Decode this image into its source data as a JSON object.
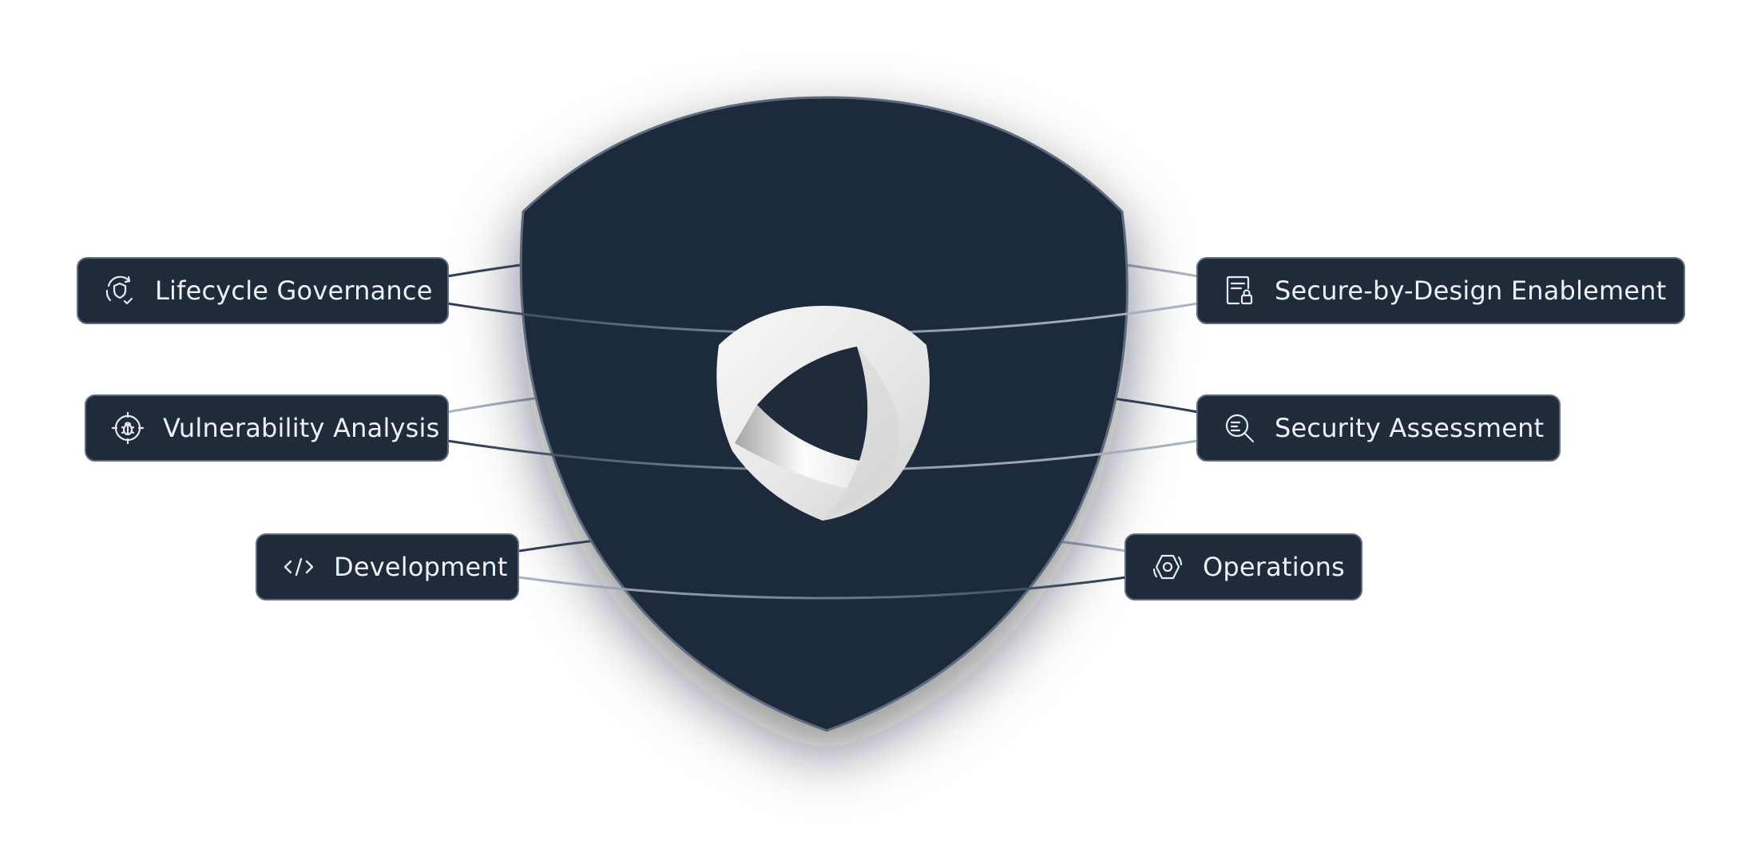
{
  "diagram": {
    "colors": {
      "background": "#ffffff",
      "shield_fill": "#1f2a3b",
      "shield_edge": "#5d6b80",
      "pill_fill": "#1f2a3b",
      "pill_border": "#5d6b80",
      "pill_text": "#eef1f6",
      "emblem_light": "#f2f2f2",
      "emblem_shade": "#c9c9c9"
    },
    "center_emblem": {
      "icon": "shield-logo-icon"
    },
    "left_nodes": [
      {
        "label": "Lifecycle Governance",
        "icon": "lifecycle-shield-icon"
      },
      {
        "label": "Vulnerability Analysis",
        "icon": "bug-target-icon"
      },
      {
        "label": "Development",
        "icon": "code-brackets-icon"
      }
    ],
    "right_nodes": [
      {
        "label": "Secure-by-Design Enablement",
        "icon": "document-lock-icon"
      },
      {
        "label": "Security Assessment",
        "icon": "search-list-icon"
      },
      {
        "label": "Operations",
        "icon": "gear-cycle-icon"
      }
    ]
  }
}
